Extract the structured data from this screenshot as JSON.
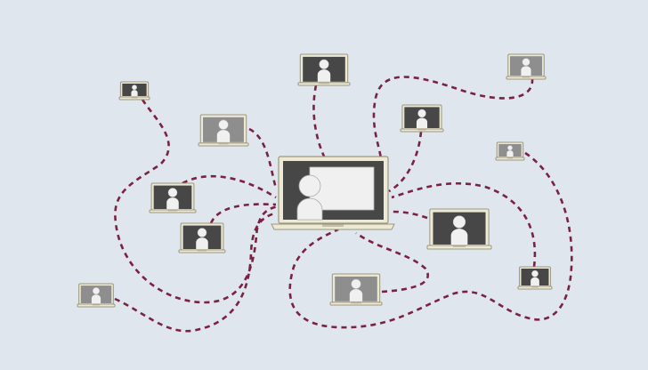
{
  "illustration": {
    "colors": {
      "background": "#dfe6ed",
      "connection": "#7b2243",
      "frame": "#ece9d4",
      "frame_outline": "#9b977f",
      "screen_dark": "#474747",
      "screen_gray": "#8e8e8e",
      "figure": "#f0f0f0",
      "whiteboard": "#f0f0f0"
    },
    "participants": [
      {
        "screen": "dark"
      },
      {
        "screen": "dark"
      },
      {
        "screen": "gray"
      },
      {
        "screen": "gray"
      },
      {
        "screen": "dark"
      },
      {
        "screen": "gray"
      },
      {
        "screen": "dark"
      },
      {
        "screen": "dark"
      },
      {
        "screen": "dark"
      },
      {
        "screen": "dark"
      },
      {
        "screen": "gray"
      },
      {
        "screen": "gray"
      }
    ]
  }
}
